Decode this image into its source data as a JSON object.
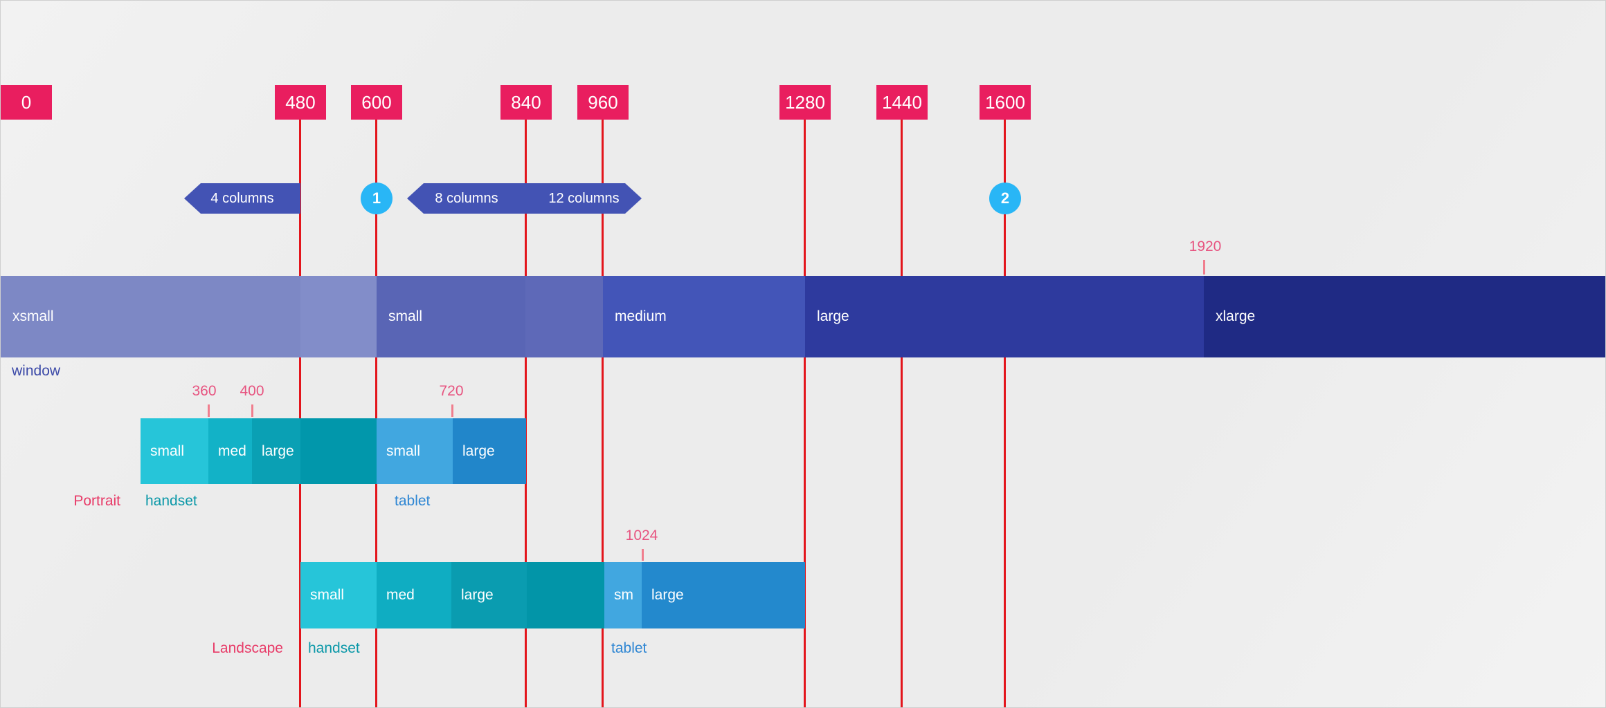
{
  "diagram_title": "breakpoint-system-diagram",
  "markers": [
    {
      "label": "0"
    },
    {
      "label": "480"
    },
    {
      "label": "600"
    },
    {
      "label": "840"
    },
    {
      "label": "960"
    },
    {
      "label": "1280"
    },
    {
      "label": "1440"
    },
    {
      "label": "1600"
    }
  ],
  "columns_chips": [
    {
      "label": "4 columns"
    },
    {
      "label": "8 columns"
    },
    {
      "label": "12 columns"
    }
  ],
  "step_circles": [
    {
      "label": "1"
    },
    {
      "label": "2"
    }
  ],
  "ticks": {
    "t1920": "1920",
    "t360": "360",
    "t400": "400",
    "t720": "720",
    "t1024": "1024"
  },
  "window_band": {
    "caption": "window",
    "segments": [
      {
        "label": "xsmall"
      },
      {
        "label": "small"
      },
      {
        "label": "medium"
      },
      {
        "label": "large"
      },
      {
        "label": "xlarge"
      }
    ]
  },
  "portrait": {
    "row_label": "Portrait",
    "handset": {
      "label": "handset",
      "blocks": [
        "small",
        "med",
        "large"
      ]
    },
    "tablet": {
      "label": "tablet",
      "blocks": [
        "small",
        "large"
      ]
    }
  },
  "landscape": {
    "row_label": "Landscape",
    "handset": {
      "label": "handset",
      "blocks": [
        "small",
        "med",
        "large"
      ]
    },
    "tablet": {
      "label": "tablet",
      "blocks": [
        "sm",
        "large"
      ]
    }
  },
  "colors": {
    "flag": "#e91e5f",
    "guide_line": "#e3151c",
    "chip": "#4353b4",
    "circle": "#29b6f6",
    "band_xsmall": "#7d88c5",
    "band_xsmall_overlap": "#828dc9",
    "band_small": "#5965b5",
    "band_small_overlap": "#5e69b8",
    "band_medium": "#4355b8",
    "band_large": "#2e3a9e",
    "band_xlarge": "#1f2a84",
    "handset_small": "#26c5d9",
    "handset_med": "#12b2c7",
    "handset_large": "#0aa0b4",
    "handset_overlap": "#0197ab",
    "tablet_small": "#41a7e0",
    "tablet_large": "#2186ca",
    "pink_text": "#e75480",
    "teal_text": "#0b98a8",
    "blue_text": "#2e86d3",
    "indigo_text": "#3c4aa8"
  }
}
